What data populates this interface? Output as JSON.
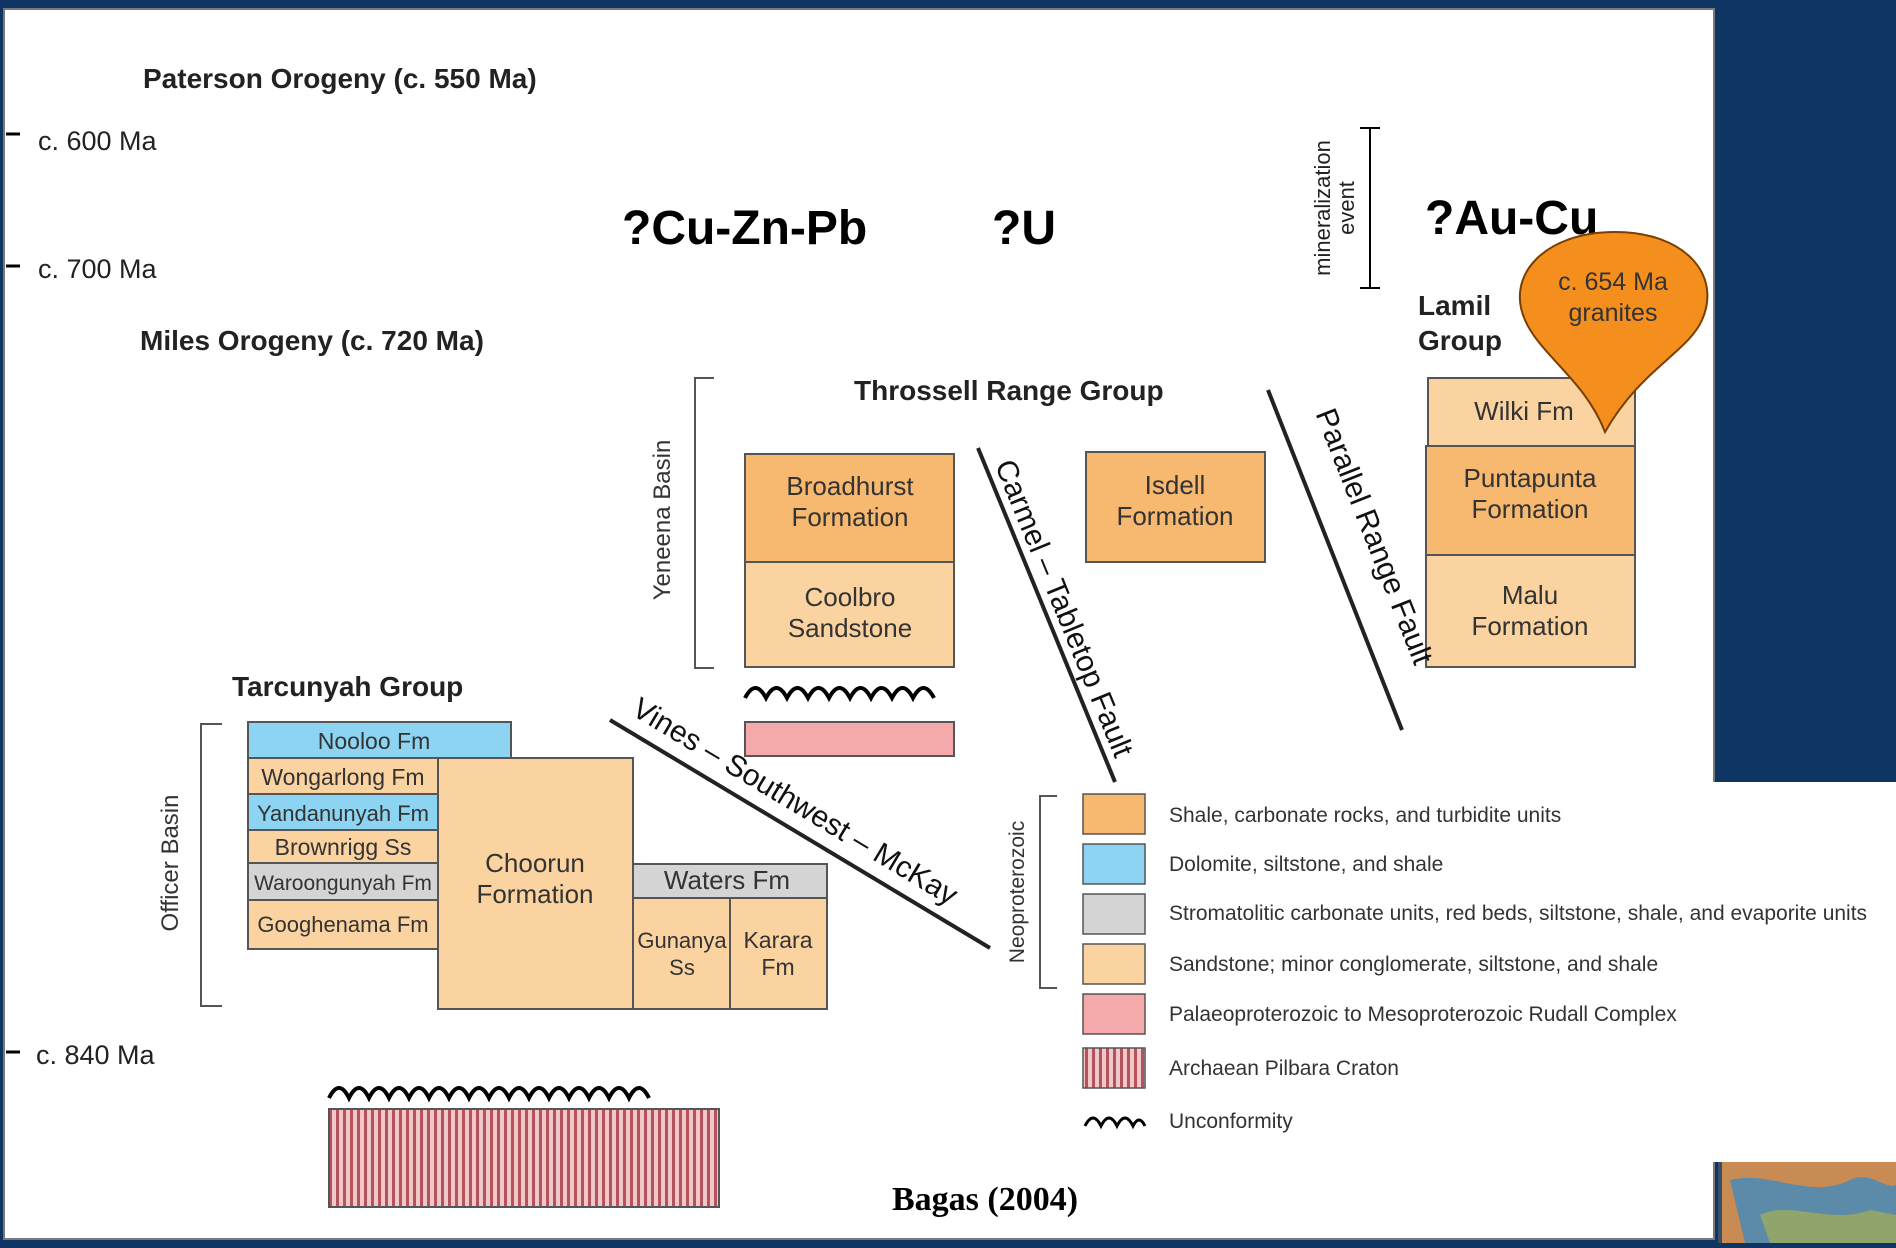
{
  "timeline": {
    "events": [
      "Paterson Orogeny (c. 550 Ma)",
      "Miles Orogeny (c. 720 Ma)"
    ],
    "ticks": [
      "c. 600 Ma",
      "c. 700 Ma",
      "c. 840 Ma"
    ]
  },
  "mineralization": {
    "cu_zn_pb": "?Cu-Zn-Pb",
    "u": "?U",
    "au_cu": "?Au-Cu",
    "event_label_1": "mineralization",
    "event_label_2": "event"
  },
  "basins": {
    "yeneena": "Yeneena Basin",
    "officer": "Officer Basin",
    "neoproterozoic": "Neoproterozoic"
  },
  "groups": {
    "throssell": "Throssell Range Group",
    "tarcunyah": "Tarcunyah Group",
    "lamil_1": "Lamil",
    "lamil_2": "Group"
  },
  "granites": {
    "line1": "c. 654 Ma",
    "line2": "granites"
  },
  "units": {
    "broadhurst": [
      "Broadhurst",
      "Formation"
    ],
    "coolbro": [
      "Coolbro",
      "Sandstone"
    ],
    "isdell": [
      "Isdell",
      "Formation"
    ],
    "wilki": "Wilki Fm",
    "puntapunta": [
      "Puntapunta",
      "Formation"
    ],
    "malu": [
      "Malu",
      "Formation"
    ],
    "nooloo": "Nooloo Fm",
    "wongarlong": "Wongarlong Fm",
    "yandanunyah": "Yandanunyah Fm",
    "brownrigg": "Brownrigg Ss",
    "waroongunyah": "Waroongunyah Fm",
    "googhenama": "Googhenama Fm",
    "choorun": [
      "Choorun",
      "Formation"
    ],
    "waters": "Waters Fm",
    "gunanya": [
      "Gunanya",
      "Ss"
    ],
    "karara": [
      "Karara",
      "Fm"
    ]
  },
  "faults": {
    "carmel": "Carmel – Tabletop Fault",
    "parallel": "Parallel Range Fault",
    "vines": "Vines – Southwest – McKay"
  },
  "legend": {
    "items": [
      {
        "label": "Shale, carbonate rocks, and turbidite units",
        "color": "#f7b870"
      },
      {
        "label": "Dolomite, siltstone, and shale",
        "color": "#8dd4f2"
      },
      {
        "label": "Stromatolitic carbonate units, red beds, siltstone, shale, and evaporite units",
        "color": "#d4d4d4"
      },
      {
        "label": "Sandstone; minor conglomerate, siltstone, and shale",
        "color": "#fbd3a1"
      },
      {
        "label": "Palaeoproterozoic to Mesoproterozoic Rudall Complex",
        "color": "#f4a9aa"
      },
      {
        "label": "Archaean Pilbara Craton",
        "color": "#cf7f85"
      },
      {
        "label": "Unconformity",
        "color": "#000000"
      }
    ]
  },
  "citation": "Bagas (2004)",
  "colors": {
    "background": "#0e3564",
    "orange": "#f7b870",
    "light_orange": "#fbd3a1",
    "blue": "#8dd4f2",
    "grey": "#d4d4d4",
    "pink": "#f4a9aa",
    "craton": "#cf7f85",
    "granite": "#f48f1e"
  }
}
